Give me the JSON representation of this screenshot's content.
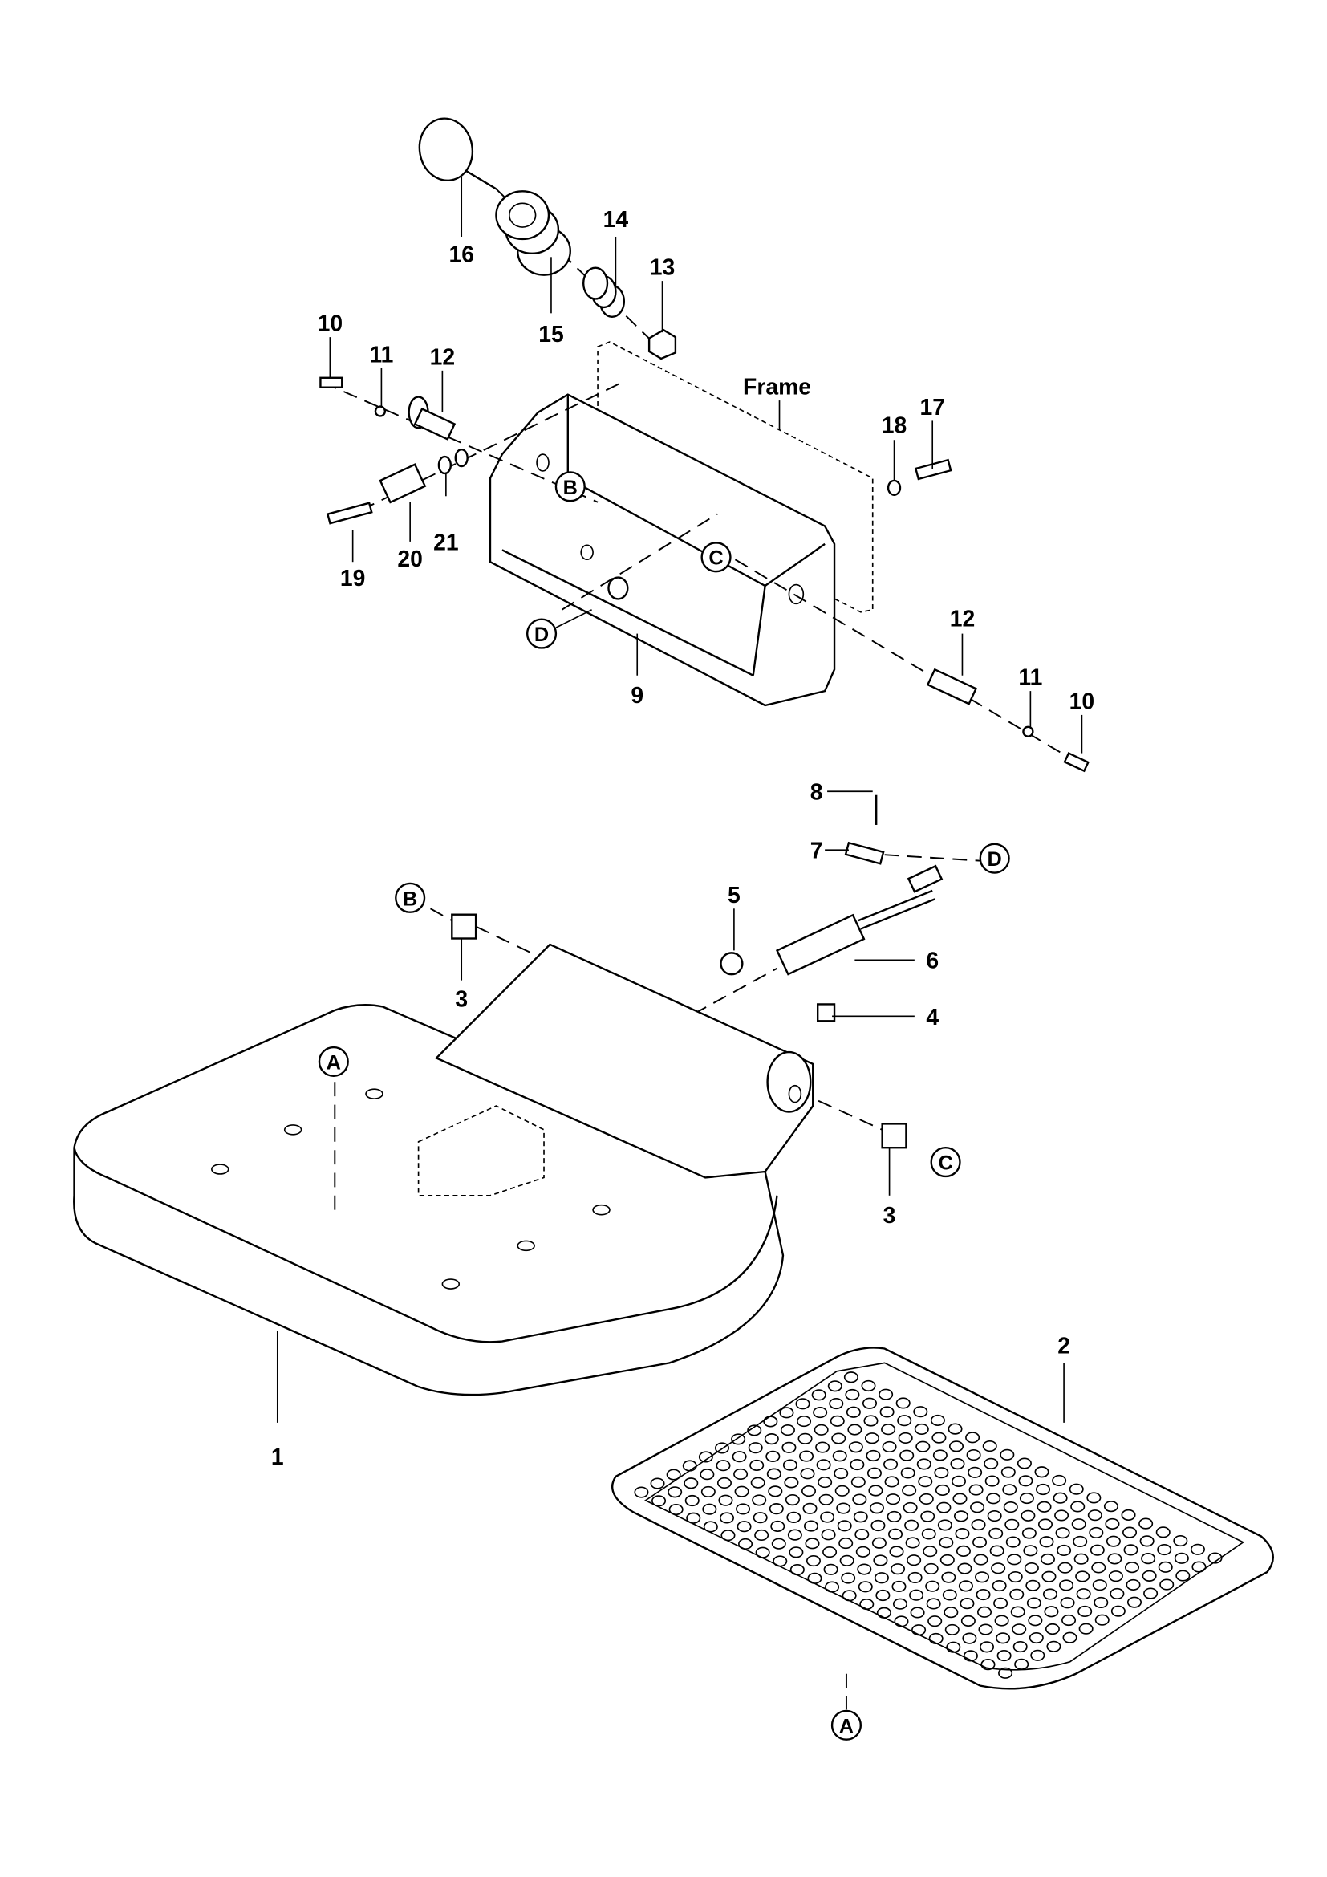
{
  "diagram": {
    "part_labels": [
      "16",
      "15",
      "14",
      "13",
      "10",
      "11",
      "12",
      "Frame",
      "18",
      "17",
      "19",
      "20",
      "21",
      "9",
      "12",
      "11",
      "10",
      "8",
      "7",
      "5",
      "6",
      "4",
      "3",
      "3",
      "1",
      "2"
    ],
    "reference_markers": [
      "B",
      "C",
      "D",
      "D",
      "B",
      "A",
      "C",
      "A"
    ]
  }
}
